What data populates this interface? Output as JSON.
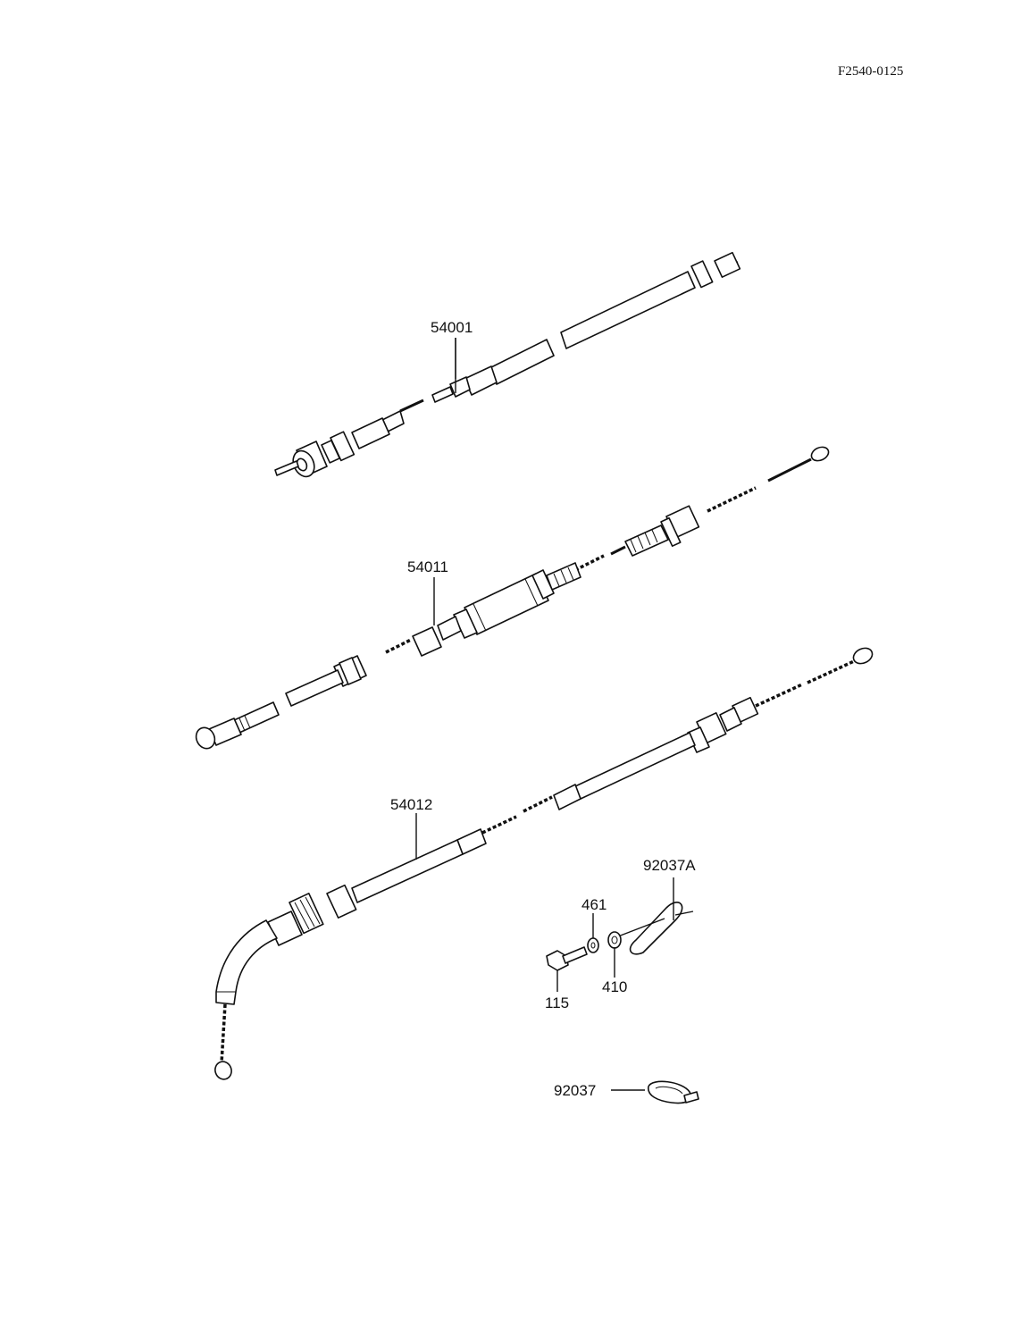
{
  "diagram_code": "F2540-0125",
  "parts": {
    "speedometer_cable": "54001",
    "throttle_cable": "54011",
    "choke_cable": "54012",
    "clamp_a": "92037A",
    "washer_461": "461",
    "washer_410": "410",
    "bolt": "115",
    "clamp": "92037"
  }
}
